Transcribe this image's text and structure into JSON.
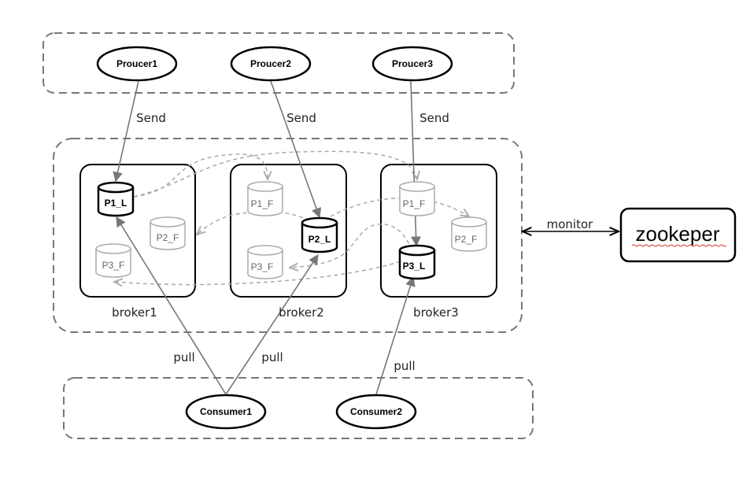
{
  "producers": [
    "Proucer1",
    "Proucer2",
    "Proucer3"
  ],
  "consumers": [
    "Consumer1",
    "Consumer2"
  ],
  "brokers": [
    "broker1",
    "broker2",
    "broker3"
  ],
  "partitions": {
    "broker1": [
      "P1_L",
      "P2_F",
      "P3_F"
    ],
    "broker2": [
      "P1_F",
      "P2_L",
      "P3_F"
    ],
    "broker3": [
      "P1_F",
      "P2_F",
      "P3_L"
    ]
  },
  "edge_labels": {
    "send": "Send",
    "pull": "pull",
    "monitor": "monitor"
  },
  "zookeeper": "zookeper",
  "colors": {
    "leader": "#000000",
    "follower": "#999999",
    "edge": "#777777",
    "group_border": "#777777"
  }
}
